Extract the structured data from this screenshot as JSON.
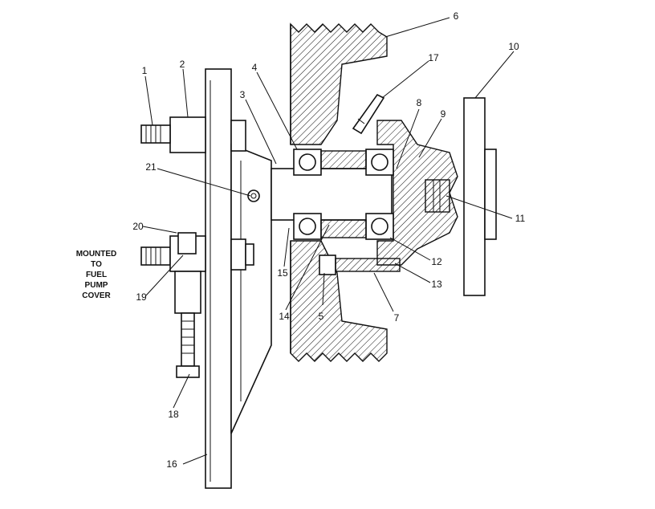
{
  "note_lines": [
    "MOUNTED",
    "TO",
    "FUEL",
    "PUMP",
    "COVER"
  ],
  "callouts": [
    "1",
    "2",
    "3",
    "4",
    "5",
    "6",
    "7",
    "8",
    "9",
    "10",
    "11",
    "12",
    "13",
    "14",
    "15",
    "16",
    "17",
    "18",
    "19",
    "20",
    "21"
  ]
}
